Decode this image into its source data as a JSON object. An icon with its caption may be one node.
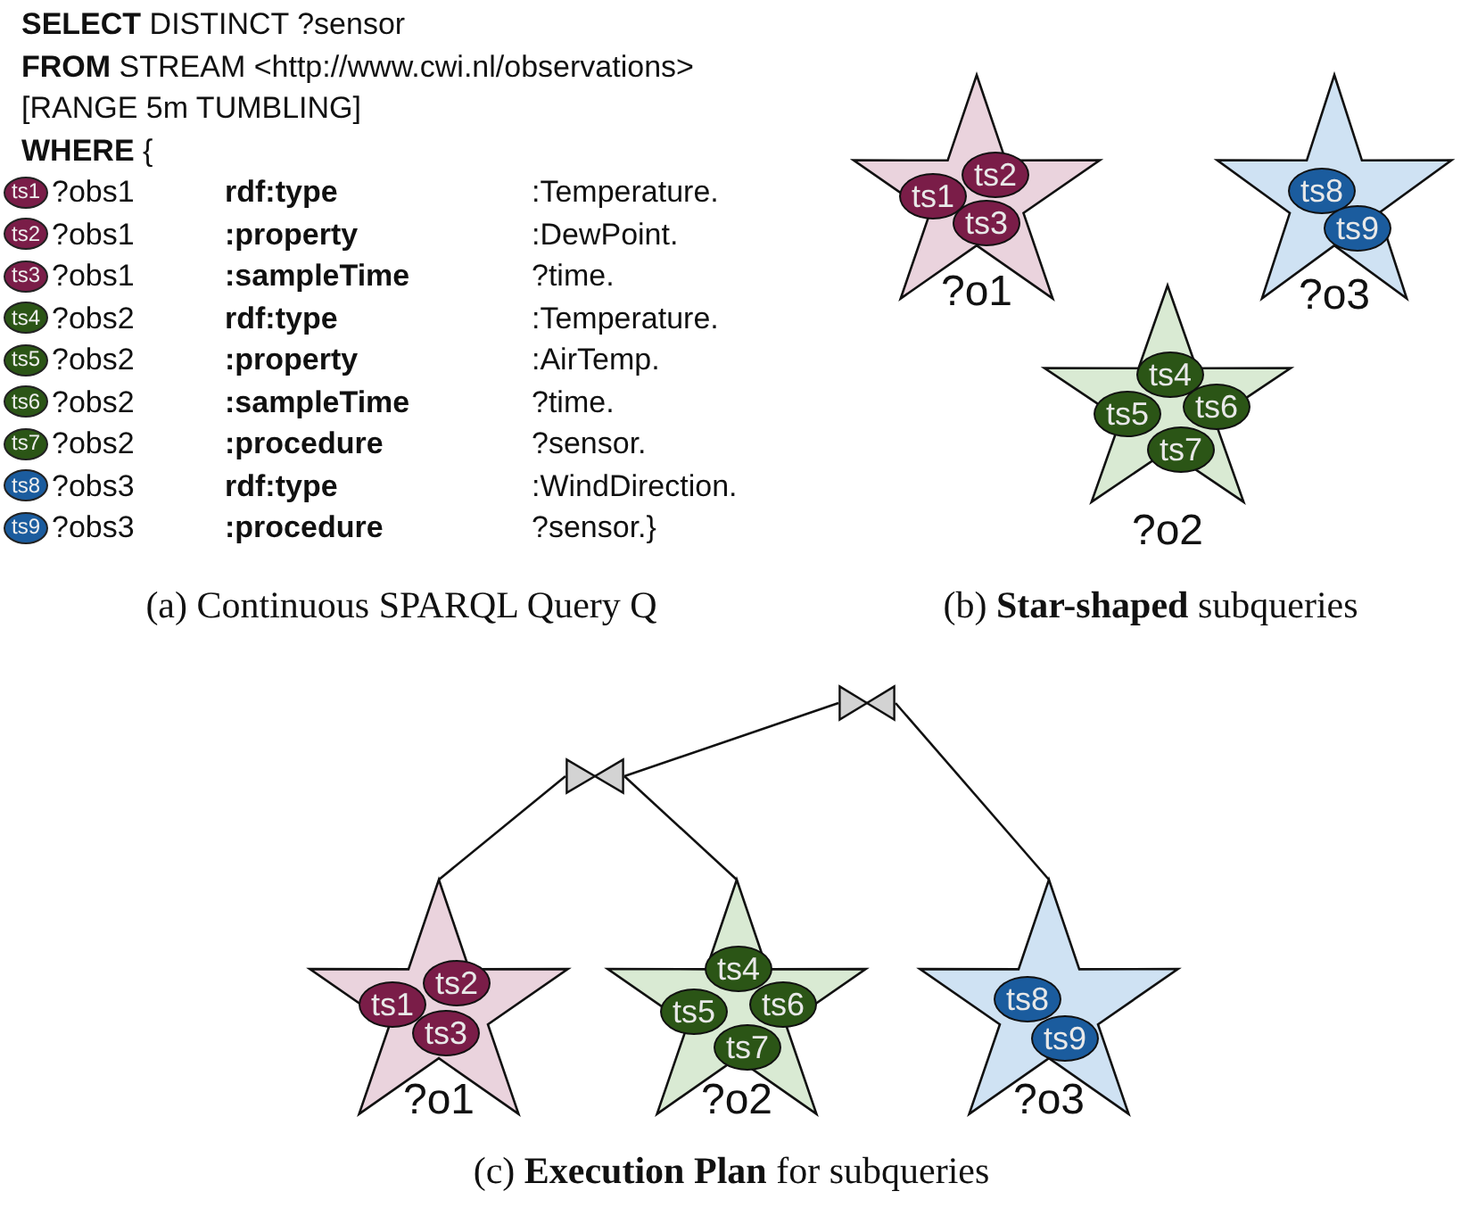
{
  "diagram": {
    "nodes": [
      {
        "text": [
          "ts1"
        ]
      },
      {
        "text": [
          "ts2"
        ]
      },
      {
        "text": [
          "ts3"
        ]
      },
      {
        "text": [
          "ts4"
        ]
      },
      {
        "text": [
          "ts5"
        ]
      },
      {
        "text": [
          "ts6"
        ]
      },
      {
        "text": [
          "ts7"
        ]
      },
      {
        "text": [
          "ts8"
        ]
      },
      {
        "text": [
          "ts9"
        ]
      },
      {
        "text": [
          "?o1"
        ]
      },
      {
        "text": [
          "ts1"
        ],
        "in": 9
      },
      {
        "text": [
          "ts2"
        ],
        "in": 9
      },
      {
        "text": [
          "ts3"
        ],
        "in": 9
      },
      {
        "text": [
          "?o3"
        ]
      },
      {
        "text": [
          "ts8"
        ],
        "in": 13
      },
      {
        "text": [
          "ts9"
        ],
        "in": 13
      },
      {
        "text": [
          "?o2"
        ]
      },
      {
        "text": [
          "ts4"
        ],
        "in": 16
      },
      {
        "text": [
          "ts5"
        ],
        "in": 16
      },
      {
        "text": [
          "ts6"
        ],
        "in": 16
      },
      {
        "text": [
          "ts7"
        ],
        "in": 16
      },
      {
        "text": [],
        "shape": "bowtie"
      },
      {
        "text": [],
        "shape": "bowtie"
      },
      {
        "text": [
          "?o1"
        ]
      },
      {
        "text": [
          "ts1"
        ],
        "in": 23
      },
      {
        "text": [
          "ts2"
        ],
        "in": 23
      },
      {
        "text": [
          "ts3"
        ],
        "in": 23
      },
      {
        "text": [
          "?o2"
        ]
      },
      {
        "text": [
          "ts4"
        ],
        "in": 27
      },
      {
        "text": [
          "ts5"
        ],
        "in": 27
      },
      {
        "text": [
          "ts6"
        ],
        "in": 27
      },
      {
        "text": [
          "ts7"
        ],
        "in": 27
      },
      {
        "text": [
          "?o3"
        ]
      },
      {
        "text": [
          "ts8"
        ],
        "in": 32
      },
      {
        "text": [
          "ts9"
        ],
        "in": 32
      }
    ],
    "edges": [
      {
        "from": 22,
        "to": 23,
        "arrow": "none"
      },
      {
        "from": 22,
        "to": 27,
        "arrow": "none"
      },
      {
        "from": 21,
        "to": 22,
        "arrow": "none"
      },
      {
        "from": 21,
        "to": 32,
        "arrow": "none"
      }
    ],
    "labels": [
      "**SELECT** DISTINCT ?sensor",
      "**FROM** STREAM <http://www.cwi.nl/observations>",
      "[RANGE 5m TUMBLING]",
      "**WHERE** {",
      "?obs1",
      "rdf:type",
      ":Temperature.",
      "?obs1",
      ":property",
      ":DewPoint.",
      "?obs1",
      ":sampleTime",
      "?time.",
      "?obs2",
      "rdf:type",
      ":Temperature.",
      "?obs2",
      ":property",
      ":AirTemp.",
      "?obs2",
      ":sampleTime",
      "?time.",
      "?obs2",
      ":procedure",
      "?sensor.",
      "?obs3",
      "rdf:type",
      ":WindDirection.",
      "?obs3",
      ":procedure",
      "?sensor.}",
      "(a) Continuous SPARQL Query Q",
      "(b) **Star-shaped** subqueries",
      "(c) **Execution Plan** for subqueries"
    ]
  }
}
